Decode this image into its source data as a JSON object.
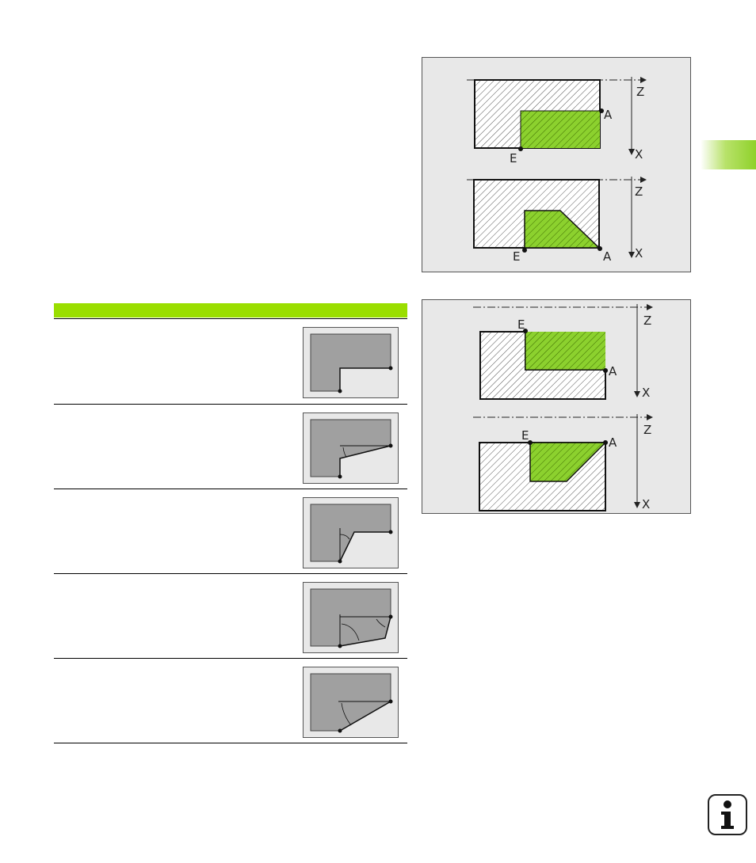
{
  "figures": {
    "top": {
      "upper": {
        "axis_z": "Z",
        "axis_x": "X",
        "point_a": "A",
        "point_e": "E"
      },
      "lower": {
        "axis_z": "Z",
        "axis_x": "X",
        "point_a": "A",
        "point_e": "E"
      }
    },
    "bottom": {
      "upper": {
        "axis_z": "Z",
        "axis_x": "X",
        "point_a": "A",
        "point_e": "E"
      },
      "lower": {
        "axis_z": "Z",
        "axis_x": "X",
        "point_a": "A",
        "point_e": "E"
      }
    }
  },
  "table": {
    "rows": [
      {
        "icon": "contour-shape-1-icon"
      },
      {
        "icon": "contour-shape-2-icon"
      },
      {
        "icon": "contour-shape-3-icon"
      },
      {
        "icon": "contour-shape-4-icon"
      },
      {
        "icon": "contour-shape-5-icon"
      }
    ]
  },
  "colors": {
    "accent_green": "#9ade00",
    "machined_area": "#8cd12e",
    "figure_bg": "#e8e8e8",
    "workpiece_gray": "#a0a0a0"
  },
  "icons": {
    "info": "info-icon"
  }
}
